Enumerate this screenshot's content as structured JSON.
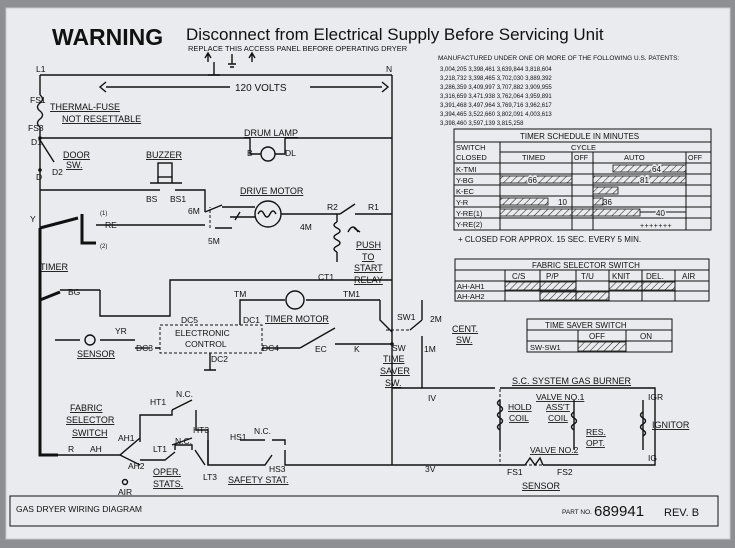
{
  "header": {
    "warning": "WARNING",
    "title": "Disconnect from Electrical Supply Before Servicing Unit",
    "subtitle": "REPLACE THIS ACCESS PANEL BEFORE OPERATING DRYER"
  },
  "patents": {
    "heading": "MANUFACTURED UNDER ONE OR MORE OF THE FOLLOWING U.S. PATENTS:",
    "rows": [
      "3,004,205   3,398,461   3,639,844   3,818,604",
      "3,218,732   3,398,465   3,702,030   3,889,392",
      "3,286,359   3,409,997   3,707,882   3,909,955",
      "3,316,659   3,471,938   3,762,064   3,959,891",
      "3,391,468   3,497,964   3,769,716   3,962,617",
      "3,394,465   3,522,660   3,802,091   4,003,613",
      "3,398,460   3,597,139   3,815,258"
    ]
  },
  "timer_table": {
    "title": "TIMER SCHEDULE IN MINUTES",
    "h_switch": "SWITCH",
    "h_cycle": "CYCLE",
    "h_closed": "CLOSED",
    "cols": [
      "TIMED",
      "OFF",
      "AUTO",
      "OFF"
    ],
    "rows": [
      "K-TMI",
      "Y-BG",
      "K-EC",
      "Y-R",
      "Y-RE(1)",
      "Y-RE(2)"
    ],
    "nums": [
      "64",
      "66",
      "81",
      "10",
      "36",
      "40"
    ],
    "note": "+ CLOSED FOR APPROX. 15 SEC. EVERY 5 MIN."
  },
  "fabric_table": {
    "title": "FABRIC SELECTOR SWITCH",
    "cols": [
      "C/S",
      "P/P",
      "T/U",
      "KNIT",
      "DEL.",
      "AIR"
    ],
    "rows": [
      "AH-AH1",
      "AH-AH2"
    ]
  },
  "saver_table": {
    "title": "TIME SAVER SWITCH",
    "cols": [
      "OFF",
      "ON"
    ],
    "rows": [
      "SW-SW1"
    ]
  },
  "labels": {
    "l1": "L1",
    "n": "N",
    "volts": "120 VOLTS",
    "fs1": "FS1",
    "fs3": "FS3",
    "thermal": "THERMAL-FUSE",
    "not_reset": "NOT RESETTABLE",
    "d1": "D1",
    "d2": "D2",
    "d": "D",
    "door": "DOOR",
    "sw": "SW.",
    "buzzer": "BUZZER",
    "bs": "BS",
    "bs1": "BS1",
    "drum_lamp": "DRUM LAMP",
    "b": "B",
    "dl": "DL",
    "drive_motor": "DRIVE MOTOR",
    "6m": "6M",
    "5m": "5M",
    "4m": "4M",
    "r2": "R2",
    "r1": "R1",
    "push": "PUSH",
    "to": "TO",
    "start": "START",
    "relay": "RELAY",
    "ct1": "CT1",
    "y": "Y",
    "re": "RE",
    "one": "(1)",
    "two": "(2)",
    "timer": "TIMER",
    "bg": "BG",
    "tm": "TM",
    "tm1": "TM1",
    "timer_motor": "TIMER MOTOR",
    "yr": "YR",
    "sensor": "SENSOR",
    "dc5": "DC5",
    "dc1": "DC1",
    "dc3": "DC3",
    "dc4": "DC4",
    "dc2": "DC2",
    "electronic": "ELECTRONIC",
    "control": "CONTROL",
    "ec": "EC",
    "k": "K",
    "sw1": "SW1",
    "swl": "SW",
    "time": "TIME",
    "saver": "SAVER",
    "sw_dot": "SW.",
    "2m": "2M",
    "1m": "1M",
    "cent": "CENT.",
    "cent_sw": "SW.",
    "iv": "IV",
    "burner": "S.C. SYSTEM GAS BURNER",
    "valve1": "VALVE NO.1",
    "hold": "HOLD",
    "coil": "COIL",
    "asst": "ASS'T",
    "coil2": "COIL",
    "res": "RES.",
    "opt": "OPT.",
    "igr": "IGR",
    "ignitor": "IGNITOR",
    "ig": "IG",
    "valve2": "VALVE NO.2",
    "fs1b": "FS1",
    "fs2": "FS2",
    "sensor2": "SENSOR",
    "3v": "3V",
    "fabric": "FABRIC",
    "selector": "SELECTOR",
    "switch": "SWITCH",
    "ah1": "AH1",
    "ah2": "AH2",
    "ah": "AH",
    "r": "R",
    "air": "AIR",
    "ht1": "HT1",
    "nc1": "N.C.",
    "ht3": "HT3",
    "lt1": "LT1",
    "nc2": "N.C.",
    "lt3": "LT3",
    "oper": "OPER.",
    "stats": "STATS.",
    "hs1": "HS1",
    "nc3": "N.C.",
    "hs3": "HS3",
    "safety": "SAFETY STAT."
  },
  "footer": {
    "diagram_name": "GAS DRYER WIRING DIAGRAM",
    "part_label": "PART NO.",
    "part_no": "689941",
    "rev": "REV. B"
  }
}
